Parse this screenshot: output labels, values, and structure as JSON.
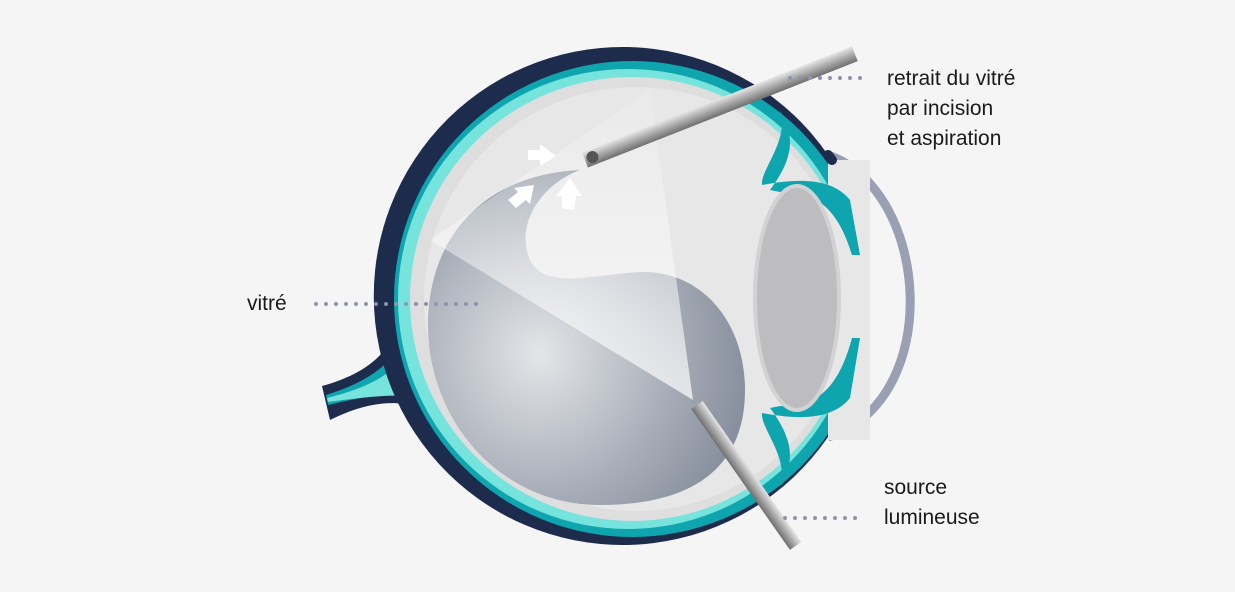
{
  "labels": {
    "vitrectomy": [
      "retrait du vitré",
      "par incision",
      "et aspiration"
    ],
    "vitreous": "vitré",
    "light_source": [
      "source",
      "lumineuse"
    ]
  },
  "colors": {
    "background": "#f5f5f5",
    "sclera_outer": "#1d2b4c",
    "choroid": "#0ea5ae",
    "retina": "#76e3dd",
    "cornea": "#9aa0b4",
    "leader": "#8e94a8"
  }
}
